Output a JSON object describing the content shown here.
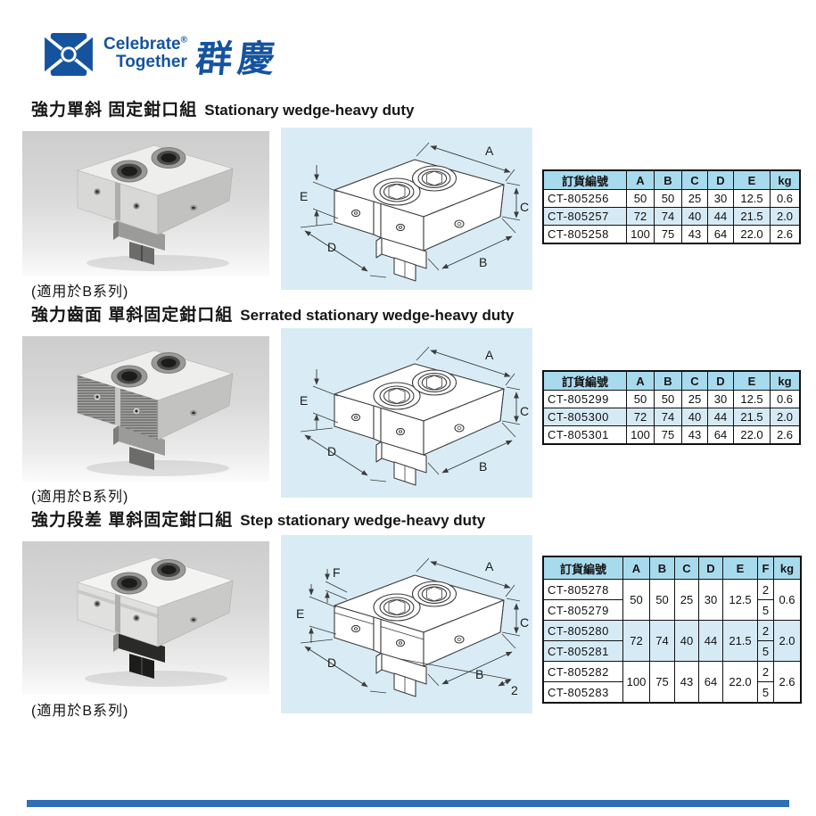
{
  "logo": {
    "brand_line1": "Celebrate",
    "registered_mark": "®",
    "brand_line2": "Together",
    "brand_cjk": "群慶"
  },
  "sections": [
    {
      "title_zh": "強力單斜 固定鉗口組",
      "title_en": "Stationary wedge-heavy duty",
      "note": "(適用於B系列)",
      "dims": {
        "A": "A",
        "B": "B",
        "C": "C",
        "D": "D",
        "E": "E"
      },
      "table": {
        "headers": [
          "訂貨編號",
          "A",
          "B",
          "C",
          "D",
          "E",
          "kg"
        ],
        "rows": [
          [
            "CT-805256",
            "50",
            "50",
            "25",
            "30",
            "12.5",
            "0.6"
          ],
          [
            "CT-805257",
            "72",
            "74",
            "40",
            "44",
            "21.5",
            "2.0"
          ],
          [
            "CT-805258",
            "100",
            "75",
            "43",
            "64",
            "22.0",
            "2.6"
          ]
        ]
      }
    },
    {
      "title_zh": "強力齒面 單斜固定鉗口組",
      "title_en": "Serrated stationary wedge-heavy duty",
      "note": "(適用於B系列)",
      "dims": {
        "A": "A",
        "B": "B",
        "C": "C",
        "D": "D",
        "E": "E"
      },
      "table": {
        "headers": [
          "訂貨編號",
          "A",
          "B",
          "C",
          "D",
          "E",
          "kg"
        ],
        "rows": [
          [
            "CT-805299",
            "50",
            "50",
            "25",
            "30",
            "12.5",
            "0.6"
          ],
          [
            "CT-805300",
            "72",
            "74",
            "40",
            "44",
            "21.5",
            "2.0"
          ],
          [
            "CT-805301",
            "100",
            "75",
            "43",
            "64",
            "22.0",
            "2.6"
          ]
        ]
      }
    },
    {
      "title_zh": "強力段差 單斜固定鉗口組",
      "title_en": "Step stationary wedge-heavy duty",
      "note": "(適用於B系列)",
      "dims": {
        "A": "A",
        "B": "B",
        "C": "C",
        "D": "D",
        "E": "E",
        "F": "F",
        "two": "2"
      },
      "table": {
        "headers": [
          "訂貨編號",
          "A",
          "B",
          "C",
          "D",
          "E",
          "F",
          "kg"
        ],
        "rows": [
          [
            {
              "t": "CT-805278"
            },
            {
              "t": "50",
              "rs": 2
            },
            {
              "t": "50",
              "rs": 2
            },
            {
              "t": "25",
              "rs": 2
            },
            {
              "t": "30",
              "rs": 2
            },
            {
              "t": "12.5",
              "rs": 2
            },
            {
              "t": "2"
            },
            {
              "t": "0.6",
              "rs": 2
            }
          ],
          [
            {
              "t": "CT-805279"
            },
            {
              "t": "5"
            }
          ],
          [
            {
              "t": "CT-805280"
            },
            {
              "t": "72",
              "rs": 2
            },
            {
              "t": "74",
              "rs": 2
            },
            {
              "t": "40",
              "rs": 2
            },
            {
              "t": "44",
              "rs": 2
            },
            {
              "t": "21.5",
              "rs": 2
            },
            {
              "t": "2"
            },
            {
              "t": "2.0",
              "rs": 2
            }
          ],
          [
            {
              "t": "CT-805281"
            },
            {
              "t": "5"
            }
          ],
          [
            {
              "t": "CT-805282"
            },
            {
              "t": "100",
              "rs": 2
            },
            {
              "t": "75",
              "rs": 2
            },
            {
              "t": "43",
              "rs": 2
            },
            {
              "t": "64",
              "rs": 2
            },
            {
              "t": "22.0",
              "rs": 2
            },
            {
              "t": "2"
            },
            {
              "t": "2.6",
              "rs": 2
            }
          ],
          [
            {
              "t": "CT-805283"
            },
            {
              "t": "5"
            }
          ]
        ]
      }
    }
  ],
  "colors": {
    "brand_blue": "#15539f",
    "table_header_bg": "#a8daee",
    "row_alt_bg": "#d6eaf5",
    "diagram_panel_bg": "#d9ecf5",
    "footer_bar_blue": "#2e6fb7"
  }
}
